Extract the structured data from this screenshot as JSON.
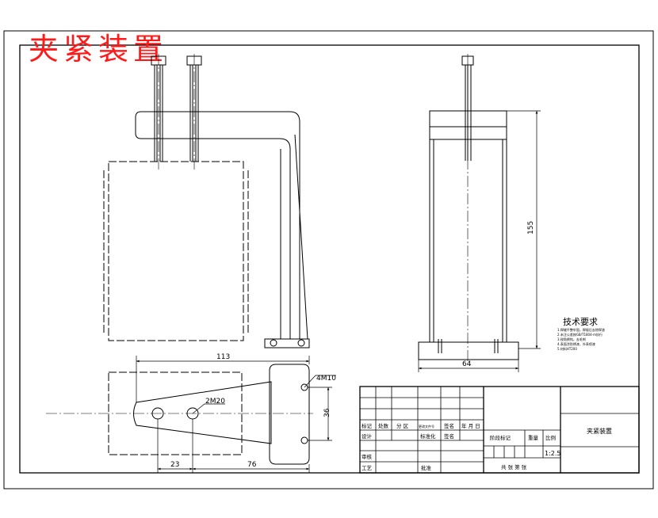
{
  "title": "夹紧装置",
  "dimensions": {
    "width_113": "113",
    "height_155": "155",
    "width_64": "64",
    "dim_23": "23",
    "dim_76": "76",
    "dim_36": "36",
    "hole_4m10": "4M10",
    "hole_2m20": "2M20"
  },
  "tech_requirements": {
    "heading": "技术要求",
    "lines": [
      "1.焊缝平整牢固，焊接后去除焊渣",
      "2.未注公差按GB/T1804-m执行",
      "3.锐角倒钝，去毛刺",
      "4.表面涂防锈漆，外表喷漆",
      "5.材料HT200"
    ]
  },
  "title_block": {
    "labels": {
      "mark": "标记",
      "count": "处数",
      "zone": "分 区",
      "change_doc": "更改文件号",
      "sign": "签名",
      "date": "年 月 日",
      "design": "设计",
      "standardize": "标准化",
      "sign2": "签名",
      "stage_mark": "阶段标记",
      "weight": "重量",
      "scale": "比例",
      "review": "审核",
      "process": "工艺",
      "approve": "批准",
      "sheets": "共 张 第 张"
    },
    "scale_value": "1:2.5",
    "drawing_name": "夹紧装置"
  }
}
